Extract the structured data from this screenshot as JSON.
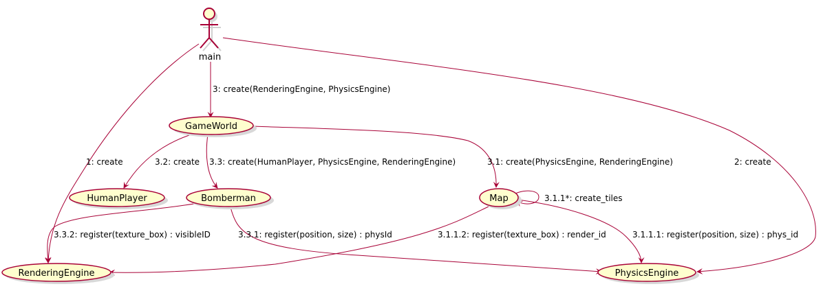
{
  "colors": {
    "node_fill": "#FEFECE",
    "node_stroke": "#A80036",
    "edge": "#A80036"
  },
  "actor": {
    "label": "main"
  },
  "nodes": {
    "gameworld": "GameWorld",
    "humanplayer": "HumanPlayer",
    "bomberman": "Bomberman",
    "map": "Map",
    "renderingengine": "RenderingEngine",
    "physicsengine": "PhysicsEngine"
  },
  "edges": {
    "create_rendering": "1: create",
    "create_physics": "2: create",
    "create_gameworld": "3: create(RenderingEngine, PhysicsEngine)",
    "create_map": "3.1: create(PhysicsEngine, RenderingEngine)",
    "create_tiles": "3.1.1*: create_tiles",
    "map_register_physics": "3.1.1.1: register(position, size) : phys_id",
    "map_register_rendering": "3.1.1.2: register(texture_box) : render_id",
    "create_humanplayer": "3.2: create",
    "create_bomberman": "3.3: create(HumanPlayer, PhysicsEngine, RenderingEngine)",
    "bomberman_register_physics": "3.3.1: register(position, size) : physId",
    "bomberman_register_rendering": "3.3.2: register(texture_box) : visibleID"
  }
}
